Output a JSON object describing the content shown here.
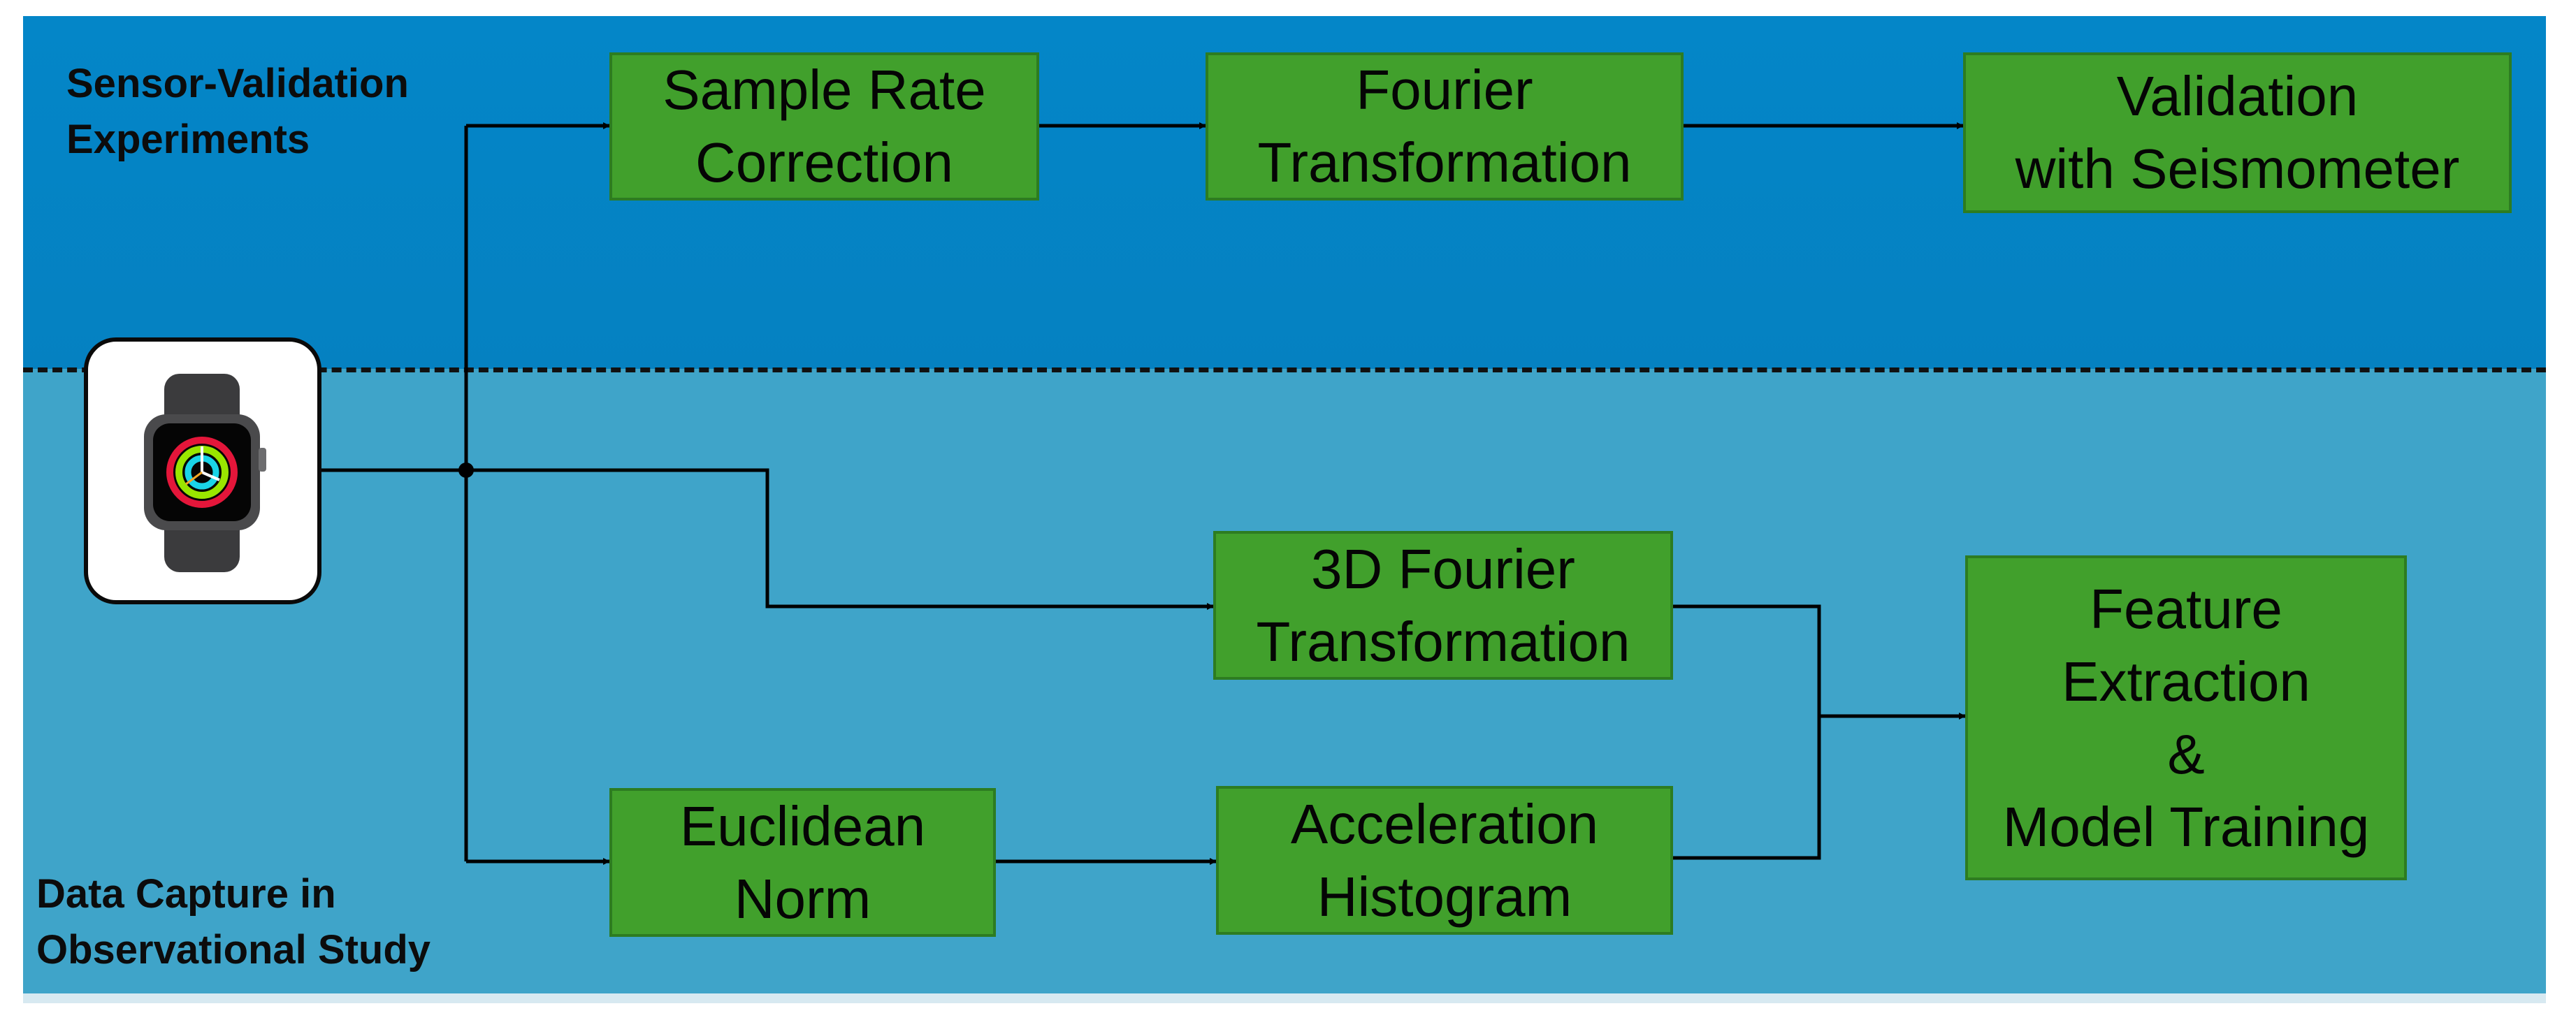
{
  "regions": {
    "top_label": [
      "Sensor-Validation",
      "Experiments"
    ],
    "bottom_label": [
      "Data Capture in",
      "Observational Study"
    ]
  },
  "boxes": {
    "sample_rate": [
      "Sample Rate",
      "Correction"
    ],
    "fourier": [
      "Fourier",
      "Transformation"
    ],
    "validation": [
      "Validation",
      "with Seismometer"
    ],
    "fourier_3d": [
      "3D Fourier",
      "Transformation"
    ],
    "feature": [
      "Feature",
      "Extraction",
      "&",
      "Model Training"
    ],
    "euclidean": [
      "Euclidean",
      "Norm"
    ],
    "histogram": [
      "Acceleration",
      "Histogram"
    ]
  },
  "icons": {
    "source": "smartwatch-icon"
  },
  "colors": {
    "top_panel": "#0486c8",
    "bottom_panel": "#3fa4c9",
    "box_fill": "#41a02c",
    "box_border": "#2d7c21",
    "line": "#000000"
  }
}
